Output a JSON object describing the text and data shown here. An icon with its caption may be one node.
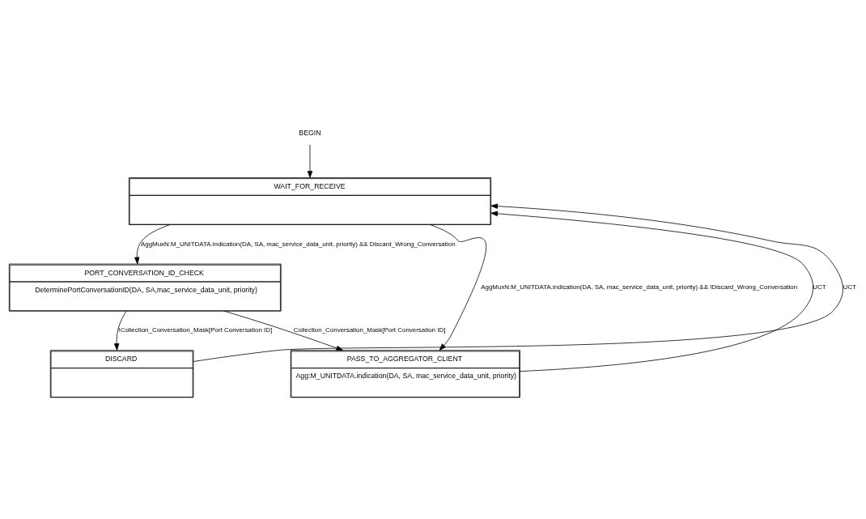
{
  "diagram": {
    "nodes": [
      {
        "text": [
          "BEGIN"
        ]
      },
      {
        "text": [
          "WAIT_FOR_RECEIVE"
        ]
      },
      {
        "text": [
          "PORT_CONVERSATION_ID_CHECK",
          "DeterminePortConversationID(DA, SA,mac_service_data_unit, priority)"
        ]
      },
      {
        "text": [
          "PASS_TO_AGGREGATOR_CLIENT",
          "Agg:M_UNITDATA.indication(DA, SA, mac_service_data_unit, priority)"
        ]
      },
      {
        "text": [
          "DISCARD"
        ]
      }
    ],
    "edges": [
      {
        "from": 0,
        "to": 1,
        "arrow": "to"
      },
      {
        "from": 1,
        "to": 3,
        "arrow": "to",
        "label": "AggMuxN:M_UNITDATA.indication(DA, SA, mac_service_data_unit, priority) && !Discard_Wrong_Conversation"
      },
      {
        "from": 1,
        "to": 2,
        "arrow": "to",
        "label": "AggMuxN:M_UNITDATA.indication(DA, SA, mac_service_data_unit, priority) && Discard_Wrong_Conversation"
      },
      {
        "from": 2,
        "to": 3,
        "arrow": "to",
        "label": "Collection_Conversation_Mask[Port Conversation ID]"
      },
      {
        "from": 2,
        "to": 4,
        "arrow": "to",
        "label": "!Collection_Conversation_Mask[Port Conversation ID]"
      },
      {
        "from": 3,
        "to": 1,
        "arrow": "to",
        "label": "UCT"
      },
      {
        "from": 4,
        "to": 1,
        "arrow": "to",
        "label": "UCT"
      }
    ]
  }
}
